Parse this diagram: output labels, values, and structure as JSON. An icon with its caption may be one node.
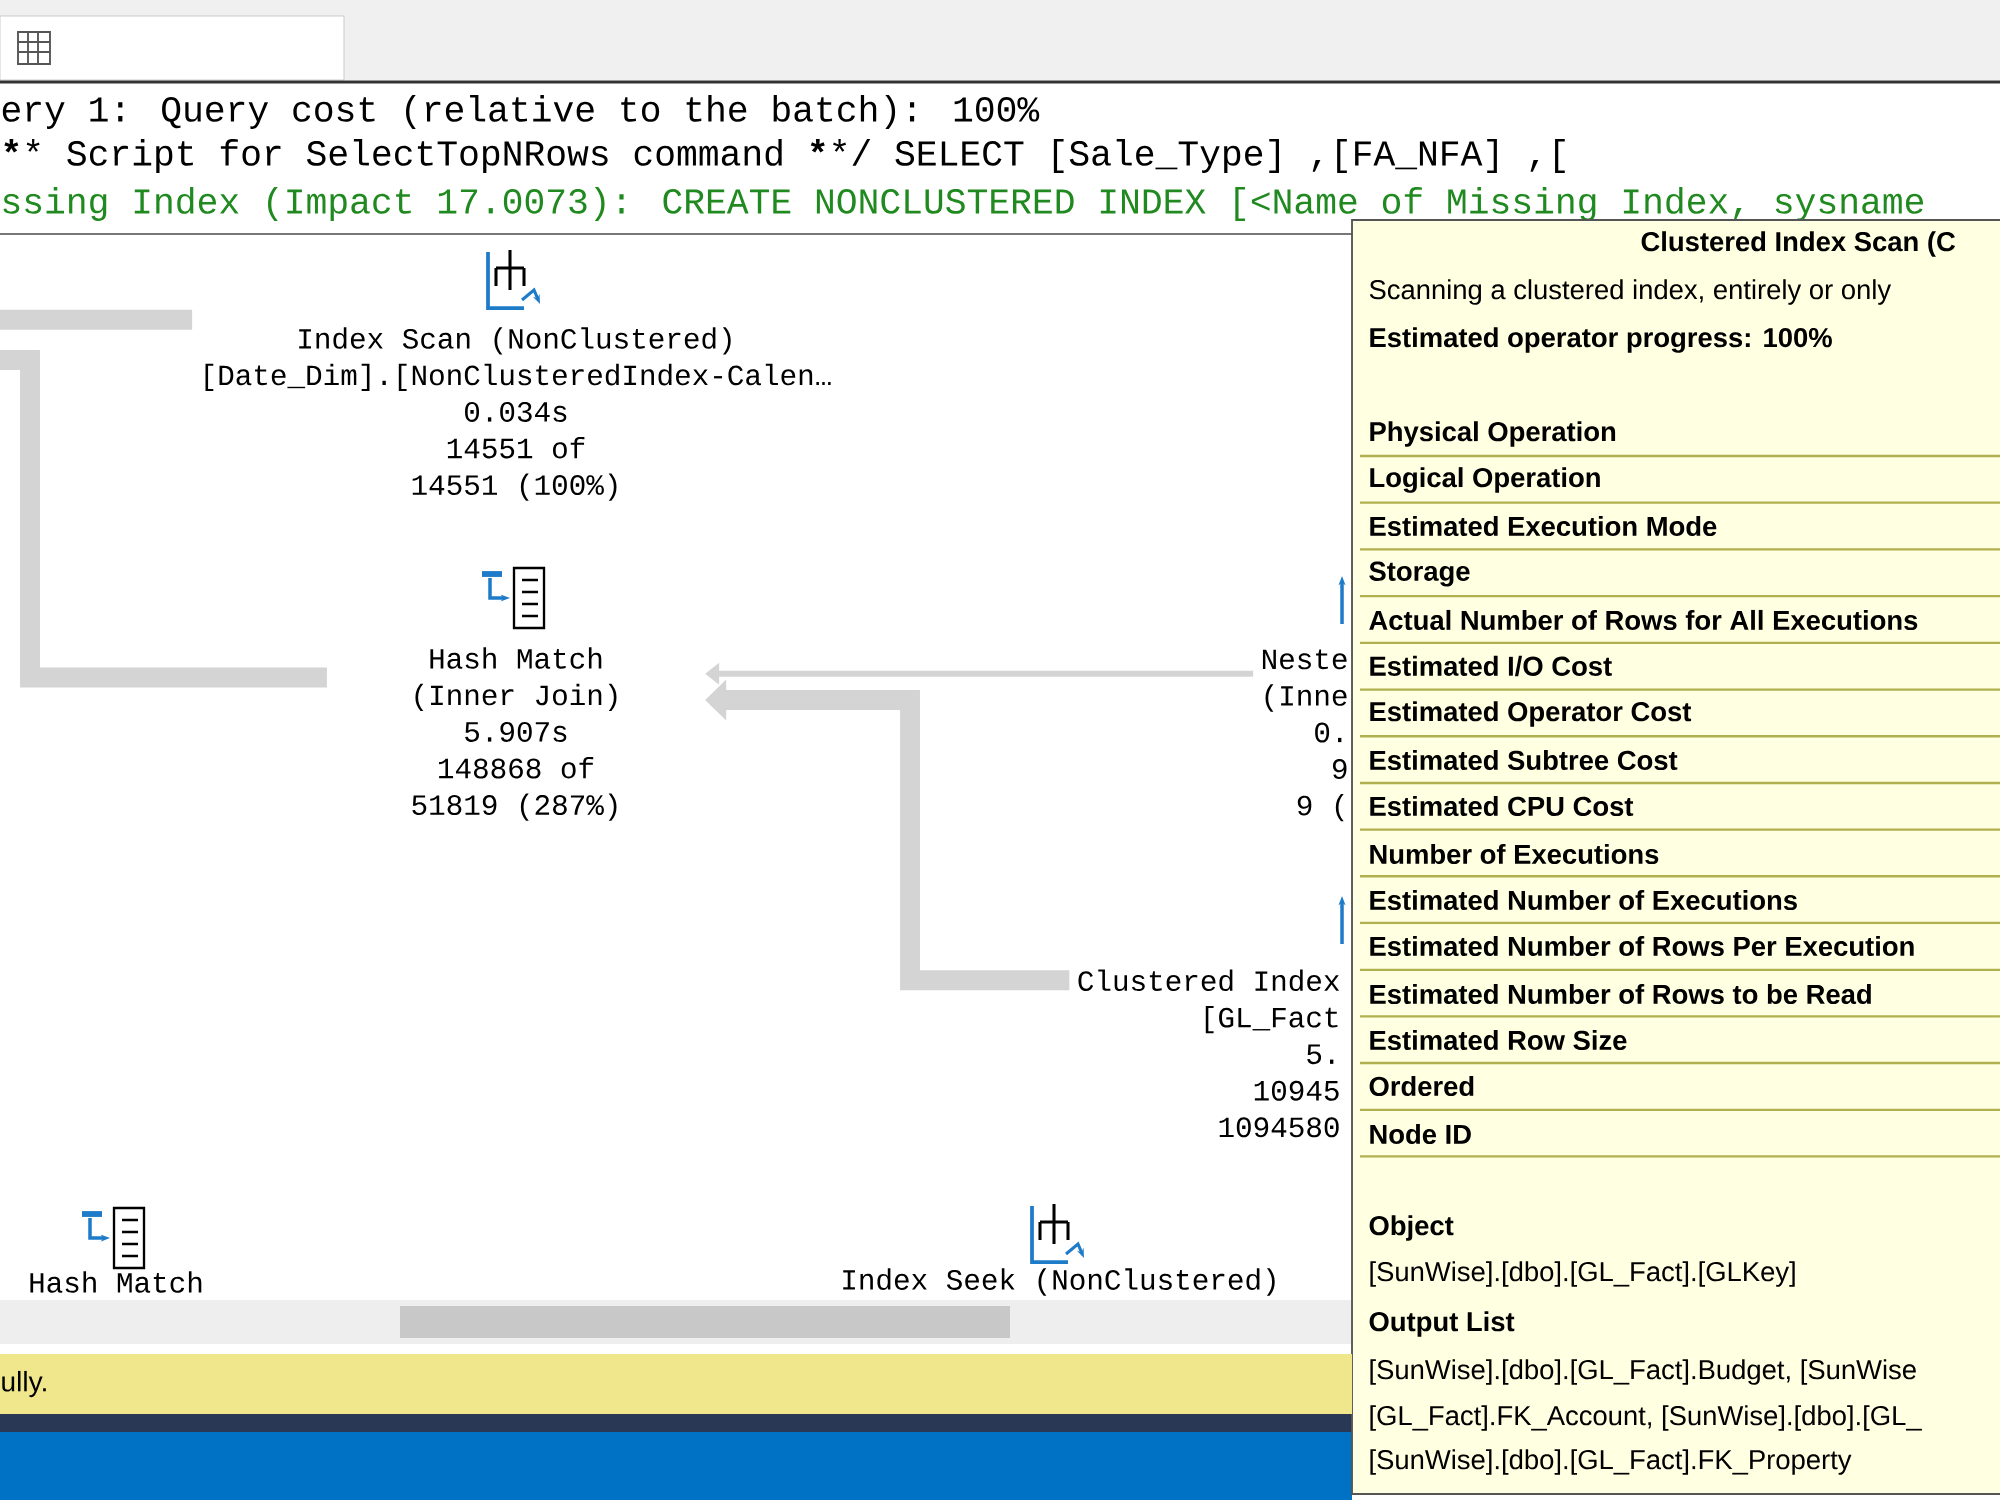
{
  "diagram": {
    "nodes": [
      {
        "text": [
          "Index Scan (NonClustered)",
          "[Date_Dim].[NonClusteredIndex-Calen…",
          "0.034s",
          "14551 of",
          "14551 (100%)"
        ]
      },
      {
        "text": [
          "Hash Match",
          "(Inner Join)",
          "5.907s",
          "148868 of",
          "51819 (287%)"
        ]
      },
      {
        "text": [
          "Neste",
          "(Inne",
          "0.",
          "9",
          "9 ("
        ]
      },
      {
        "text": [
          "Clustered Index",
          "[GL_Fact",
          "5.",
          "10945",
          "1094580"
        ]
      },
      {
        "text": [
          "Hash Match"
        ]
      },
      {
        "text": [
          "Index Seek (NonClustered)"
        ]
      }
    ],
    "edges": [
      {
        "from": 0,
        "to": null,
        "arrow": "none"
      },
      {
        "from": 1,
        "to": null,
        "arrow": "none"
      },
      {
        "from": 2,
        "to": 1,
        "arrow": "to"
      },
      {
        "from": 3,
        "to": 1,
        "arrow": "to"
      }
    ],
    "labels": [
      "ery 1: Query cost (relative to the batch): 100%",
      "****** Script for SelectTopNRows command ******/ SELECT [Sale_Type] ,[FA_NFA] ,[",
      "ssing Index (Impact 17.0073): CREATE NONCLUSTERED INDEX [<Name of Missing Index, sysname",
      "Clustered Index Scan (C",
      "Scanning a clustered index, entirely or only",
      "Estimated operator progress: 100%",
      "Physical Operation",
      "Logical Operation",
      "Estimated Execution Mode",
      "Storage",
      "Actual Number of Rows for All Executions",
      "Estimated I/O Cost",
      "Estimated Operator Cost",
      "Estimated Subtree Cost",
      "Estimated CPU Cost",
      "Number of Executions",
      "Estimated Number of Executions",
      "Estimated Number of Rows Per Execution",
      "Estimated Number of Rows to be Read",
      "Estimated Row Size",
      "Ordered",
      "Node ID",
      "Object",
      "[SunWise].[dbo].[GL_Fact].[GLKey]",
      "Output List",
      "[SunWise].[dbo].[GL_Fact].Budget, [SunWise",
      "[GL_Fact].FK_Account, [SunWise].[dbo].[GL_",
      "[SunWise].[dbo].[GL_Fact].FK_Property",
      "ully."
    ]
  }
}
